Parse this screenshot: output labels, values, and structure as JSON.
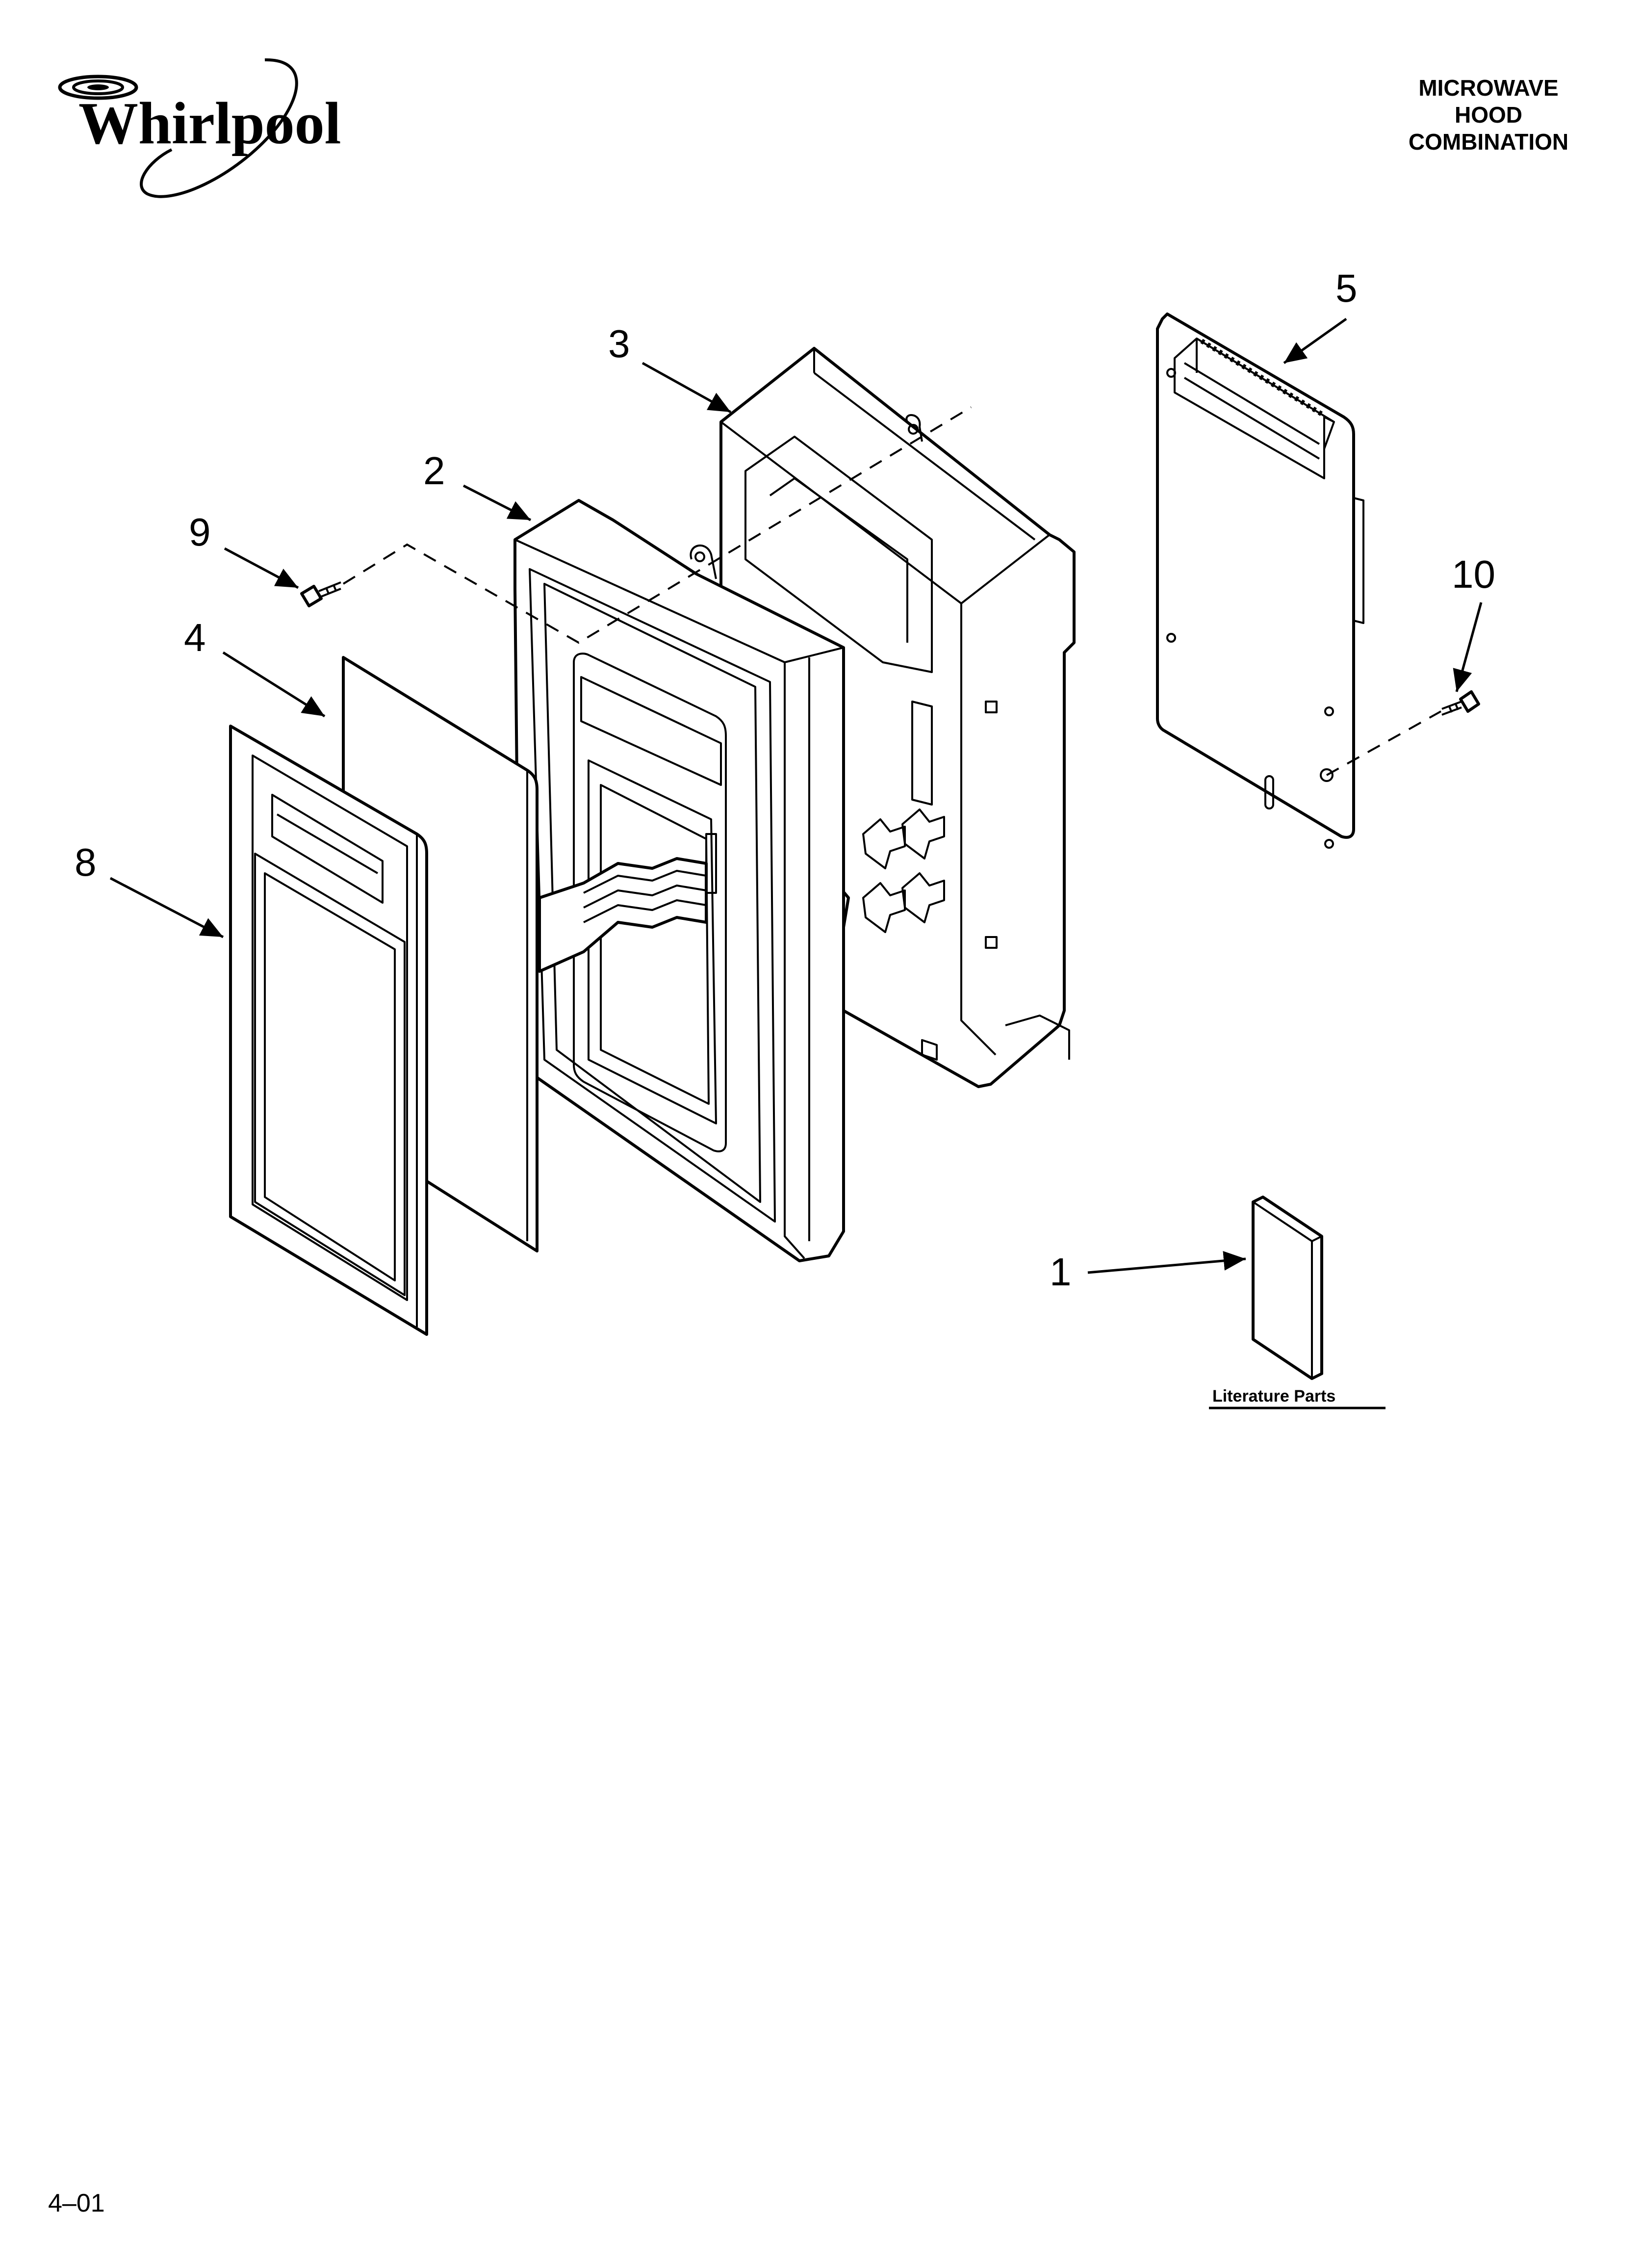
{
  "brand": {
    "name": "Whirlpool"
  },
  "header": {
    "title_lines": [
      "MICROWAVE",
      "HOOD",
      "COMBINATION"
    ]
  },
  "callouts": {
    "c1": "1",
    "c2": "2",
    "c3": "3",
    "c4": "4",
    "c5": "5",
    "c8": "8",
    "c9": "9",
    "c10": "10"
  },
  "literature": {
    "label": "Literature Parts"
  },
  "footer": {
    "page_code": "4–01"
  },
  "colors": {
    "ink": "#000000",
    "paper": "#ffffff"
  }
}
